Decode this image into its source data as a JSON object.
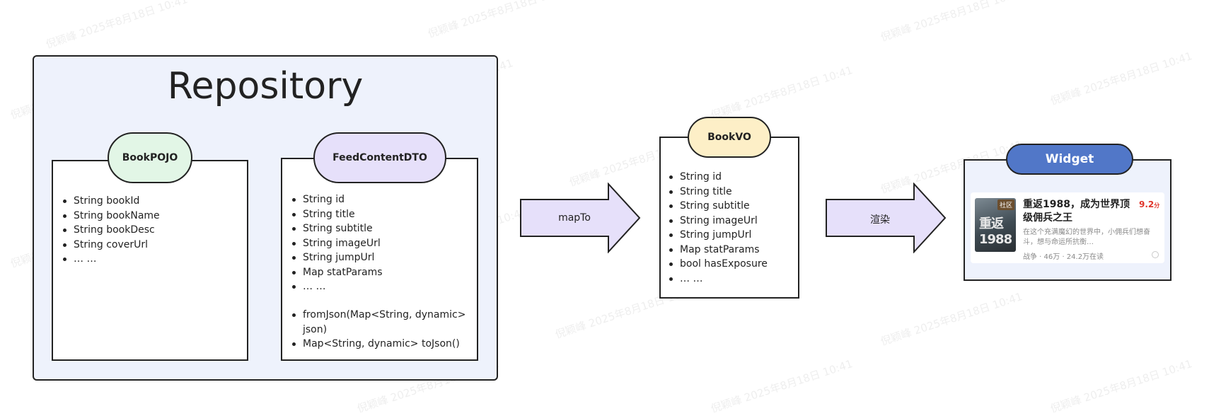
{
  "watermark": "倪颖峰 2025年8月18日 10:41",
  "repository": {
    "title": "Repository",
    "book_pojo": {
      "name": "BookPOJO",
      "fields": [
        "String bookId",
        "String bookName",
        "String bookDesc",
        "String coverUrl",
        "… …"
      ]
    },
    "feed_content_dto": {
      "name": "FeedContentDTO",
      "fields": [
        "String id",
        "String title",
        "String subtitle",
        "String imageUrl",
        "String jumpUrl",
        "Map statParams",
        "… …"
      ],
      "methods": [
        "fromJson(Map<String, dynamic> json)",
        "Map<String, dynamic> toJson()"
      ]
    }
  },
  "arrow1": {
    "label": "mapTo"
  },
  "book_vo": {
    "name": "BookVO",
    "fields": [
      "String id",
      "String title",
      "String subtitle",
      "String imageUrl",
      "String jumpUrl",
      "Map statParams",
      "bool hasExposure",
      "… …"
    ]
  },
  "arrow2": {
    "label": "渲染"
  },
  "widget": {
    "name": "Widget",
    "book": {
      "cover_text": "重返1988",
      "cover_tag": "社区",
      "title": "重返1988，成为世界顶级佣兵之王",
      "score": "9.2",
      "score_unit": "分",
      "desc": "在这个充满魔幻的世界中，小佣兵们想奋斗，想与命运所抗衡…",
      "meta": "战争 · 46万 · 24.2万在读"
    }
  },
  "colors": {
    "repo_bg": "#eef2fc",
    "pojo_pill": "#e2f6e6",
    "dto_pill": "#e6e0fa",
    "vo_pill": "#fdefc7",
    "widget_pill": "#5177c8",
    "arrow_fill": "#e6e0fa"
  }
}
